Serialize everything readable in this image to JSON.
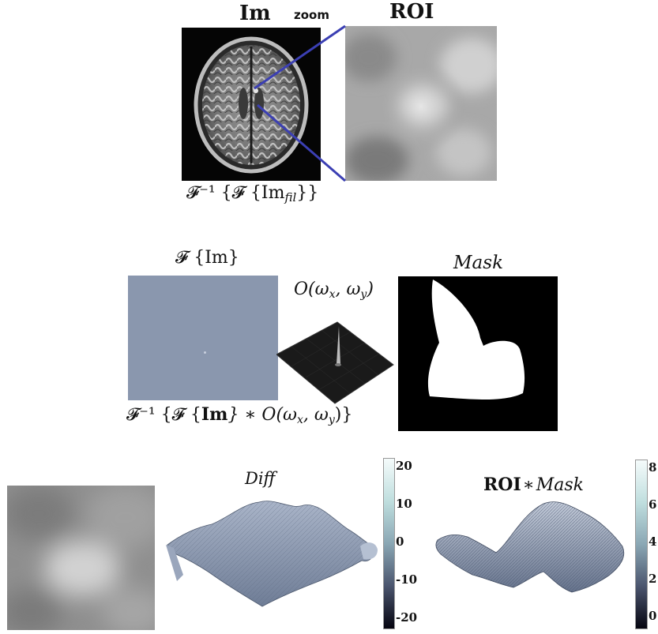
{
  "labels": {
    "im_title": "Im",
    "zoom": "zoom",
    "roi_title": "ROI",
    "inverse_filter_formula": "𝓕⁻¹ {𝓕 {Im",
    "inverse_filter_sub": "fil",
    "inverse_filter_close": "}}",
    "fourier_im": "𝓕 {Im}",
    "mask_title": "Mask",
    "omega_filter": "O(ωx, ωy)",
    "omega_pre": "O(ω",
    "omega_x": "x",
    "omega_mid": ", ω",
    "omega_y": "y",
    "omega_post": ")",
    "product_formula_pre": "𝓕⁻¹ {𝓕 {",
    "product_formula_im": "Im",
    "product_formula_post": "} ∗ O(ω",
    "product_formula_x": "x",
    "product_formula_mid": ", ω",
    "product_formula_y": "y",
    "product_formula_end": ")}",
    "diff_title": "Diff",
    "roi_mask_roi": "ROI",
    "roi_mask_op": "∗",
    "roi_mask_mask": "Mask"
  },
  "colorbars": {
    "diff": {
      "ticks": [
        "20",
        "10",
        "0",
        "-10",
        "-20"
      ],
      "min": -20,
      "max": 20
    },
    "roi_mask": {
      "ticks": [
        "8",
        "6",
        "4",
        "2",
        "0"
      ],
      "min": 0,
      "max": 8
    }
  },
  "colors": {
    "fourier_panel": "#8a97ae",
    "zoom_line": "#3b3fb3",
    "surface": "#8e9bb2",
    "background": "#ffffff"
  }
}
